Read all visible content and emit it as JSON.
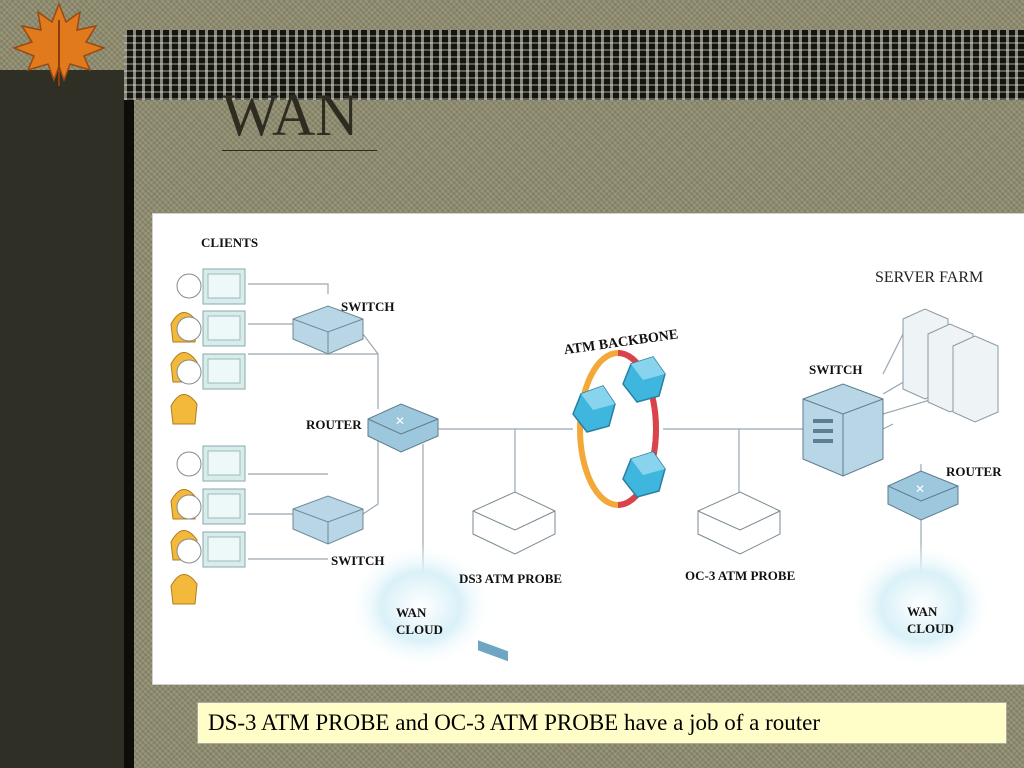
{
  "slide": {
    "title": "WAN",
    "caption": "DS-3 ATM PROBE and OC-3 ATM PROBE have a job of a router"
  },
  "diagram": {
    "labels": {
      "clients": "CLIENTS",
      "switch_top": "SWITCH",
      "router_left": "ROUTER",
      "switch_bottom": "SWITCH",
      "wan_cloud_left_1": "WAN",
      "wan_cloud_left_2": "CLOUD",
      "ds3_probe": "DS3 ATM PROBE",
      "atm_backbone": "ATM BACKBONE",
      "oc3_probe": "OC-3 ATM PROBE",
      "server_farm": "SERVER FARM",
      "switch_right": "SWITCH",
      "router_right": "ROUTER",
      "wan_cloud_right_1": "WAN",
      "wan_cloud_right_2": "CLOUD"
    }
  },
  "colors": {
    "person": "#f2b93b",
    "monitor": "#d8ecec",
    "device": "#9cc7dc",
    "hexagon": "#3fb6de",
    "ring_orange": "#f3a93a",
    "ring_red": "#d9434e",
    "caption_bg": "#fffdc8"
  }
}
